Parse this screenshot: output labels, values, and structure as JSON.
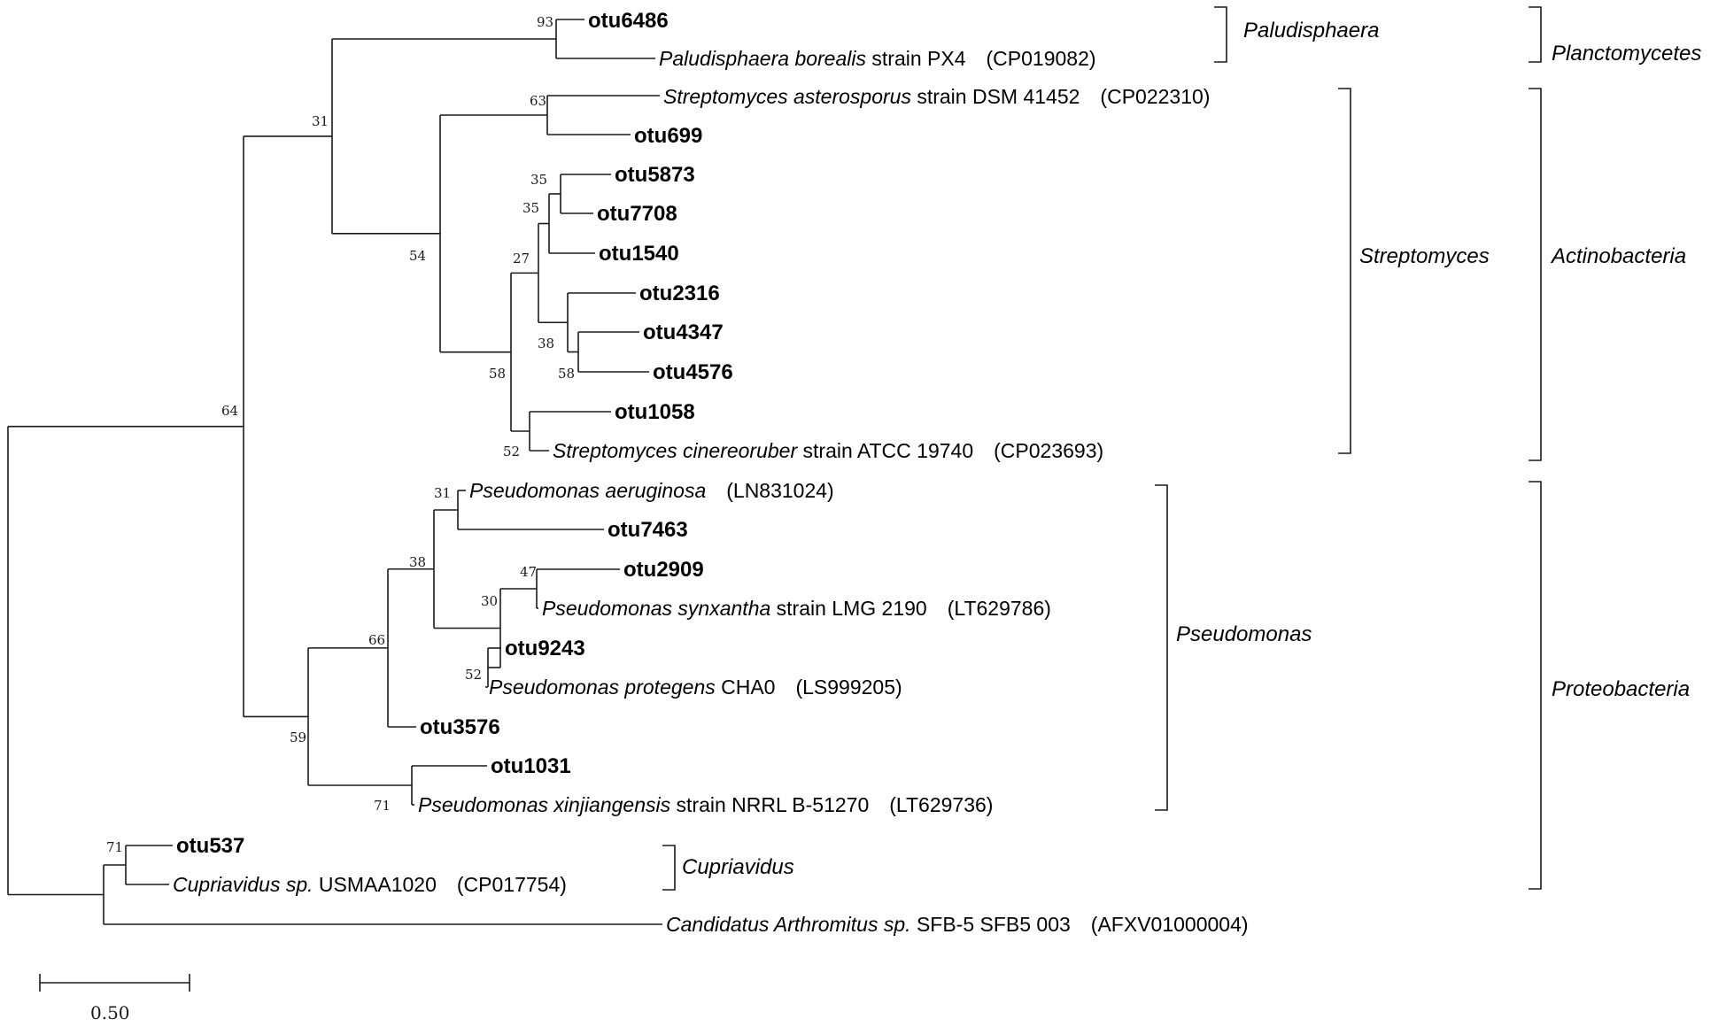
{
  "tree": {
    "tips": [
      {
        "id": "otu6486",
        "label": "otu6486",
        "bold": true
      },
      {
        "id": "paludisphaera",
        "sp": "Paludisphaera borealis",
        "rest": " strain PX4　(CP019082)"
      },
      {
        "id": "s_asterosporus",
        "sp": "Streptomyces asterosporus",
        "rest": " strain DSM 41452　(CP022310)"
      },
      {
        "id": "otu699",
        "label": "otu699",
        "bold": true
      },
      {
        "id": "otu5873",
        "label": "otu5873",
        "bold": true
      },
      {
        "id": "otu7708",
        "label": "otu7708",
        "bold": true
      },
      {
        "id": "otu1540",
        "label": "otu1540",
        "bold": true
      },
      {
        "id": "otu2316",
        "label": "otu2316",
        "bold": true
      },
      {
        "id": "otu4347",
        "label": "otu4347",
        "bold": true
      },
      {
        "id": "otu4576",
        "label": "otu4576",
        "bold": true
      },
      {
        "id": "otu1058",
        "label": "otu1058",
        "bold": true
      },
      {
        "id": "s_cinereoruber",
        "sp": "Streptomyces cinereoruber",
        "rest": " strain ATCC 19740　(CP023693)"
      },
      {
        "id": "p_aeruginosa",
        "sp": "Pseudomonas aeruginosa",
        "rest": "　(LN831024)"
      },
      {
        "id": "otu7463",
        "label": "otu7463",
        "bold": true
      },
      {
        "id": "otu2909",
        "label": "otu2909",
        "bold": true
      },
      {
        "id": "p_synxantha",
        "sp": "Pseudomonas synxantha",
        "rest": " strain LMG 2190　(LT629786)"
      },
      {
        "id": "otu9243",
        "label": "otu9243",
        "bold": true
      },
      {
        "id": "p_protegens",
        "sp": "Pseudomonas protegens",
        "rest": " CHA0　(LS999205)"
      },
      {
        "id": "otu3576",
        "label": "otu3576",
        "bold": true
      },
      {
        "id": "otu1031",
        "label": "otu1031",
        "bold": true
      },
      {
        "id": "p_xinjiangensis",
        "sp": "Pseudomonas xinjiangensis",
        "rest": " strain NRRL B-51270　(LT629736)"
      },
      {
        "id": "otu537",
        "label": "otu537",
        "bold": true
      },
      {
        "id": "cupriavidus",
        "sp": "Cupriavidus sp.",
        "rest": " USMAA1020　(CP017754)"
      },
      {
        "id": "candidatus",
        "sp": "Candidatus Arthromitus sp.",
        "rest": " SFB-5 SFB5 003　(AFXV01000004)"
      }
    ],
    "bootstrap": [
      "93",
      "31",
      "63",
      "54",
      "35",
      "35",
      "27",
      "38",
      "58",
      "58",
      "52",
      "64",
      "31",
      "38",
      "47",
      "30",
      "52",
      "66",
      "59",
      "71",
      "71"
    ]
  },
  "genus_brackets": [
    {
      "label": "Paludisphaera"
    },
    {
      "label": "Streptomyces"
    },
    {
      "label": "Pseudomonas"
    },
    {
      "label": "Cupriavidus"
    }
  ],
  "phylum_brackets": [
    {
      "label": "Planctomycetes"
    },
    {
      "label": "Actinobacteria"
    },
    {
      "label": "Proteobacteria"
    }
  ],
  "scale_bar": {
    "label": "0.50"
  }
}
